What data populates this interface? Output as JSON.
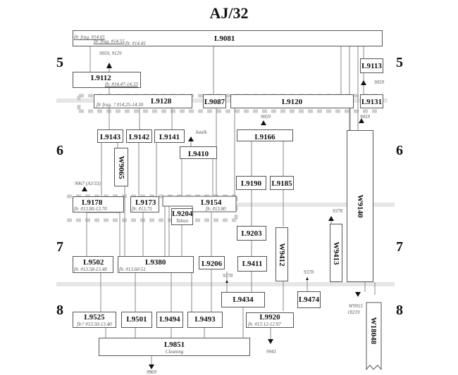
{
  "title": "AJ/32",
  "phases": [
    "5",
    "6",
    "7",
    "8"
  ],
  "units": {
    "L9081": {
      "label": "L9081",
      "notes": [
        "flr. frag. #14.65",
        "flr. frag. #14.55",
        "flr. #14.45"
      ]
    },
    "L9112": {
      "label": "L9112",
      "note": "flr. #14.47-14.33"
    },
    "L9113": {
      "label": "L9113"
    },
    "L9128": {
      "label": "L9128",
      "note": "flr frag. ? #14.25-14.30"
    },
    "L9087": {
      "label": "L9087"
    },
    "L9120": {
      "label": "L9120"
    },
    "L9131": {
      "label": "L9131"
    },
    "L9143": {
      "label": "L9143"
    },
    "L9142": {
      "label": "L9142"
    },
    "L9141": {
      "label": "L9141"
    },
    "L9410": {
      "label": "L9410"
    },
    "L9166": {
      "label": "L9166"
    },
    "W9065": {
      "label": "W9065"
    },
    "W9140": {
      "label": "W9140"
    },
    "L9190": {
      "label": "L9190"
    },
    "L9185": {
      "label": "L9185"
    },
    "L9178": {
      "label": "L9178",
      "note": "flr. #13.80-13.70"
    },
    "L9173": {
      "label": "L9173",
      "note": "flr. #13.75"
    },
    "L9154": {
      "label": "L9154",
      "note": "flr. #13.80"
    },
    "L9204": {
      "label": "L9204",
      "note": "Tabun"
    },
    "L9203": {
      "label": "L9203"
    },
    "W9412": {
      "label": "W9412"
    },
    "W9413": {
      "label": "W9413"
    },
    "L9502": {
      "label": "L9502",
      "note": "flr. #13.58-13.48"
    },
    "L9380": {
      "label": "L9380",
      "note": "flr. #13.60-51"
    },
    "L9206": {
      "label": "L9206"
    },
    "L9411": {
      "label": "L9411"
    },
    "L9434": {
      "label": "L9434"
    },
    "L9474": {
      "label": "L9474"
    },
    "L9525": {
      "label": "L9525",
      "note": "flr? #13.50-13.40"
    },
    "L9501": {
      "label": "L9501"
    },
    "L9494": {
      "label": "L9494"
    },
    "L9493": {
      "label": "L9493"
    },
    "L9920": {
      "label": "L9920",
      "note": "flr. #13.12-12.97"
    },
    "W18048": {
      "label": "W18048"
    },
    "L9851": {
      "label": "L9851",
      "note": "Cleaning"
    }
  },
  "annotations": {
    "a9059_9129": "9059, 9129",
    "a9059_top": "9059",
    "a9059_l9166": "9059",
    "a9059_w9140": "9059",
    "baulk": "baulk",
    "a9067": "9067 (AJ/33)",
    "a9378_w9413": "9378",
    "a9378_l9434": "9378",
    "a9378_l9474": "9378",
    "w9915": "W9915",
    "a18219": "18219",
    "a9941": "9941",
    "a9869": "9869"
  }
}
